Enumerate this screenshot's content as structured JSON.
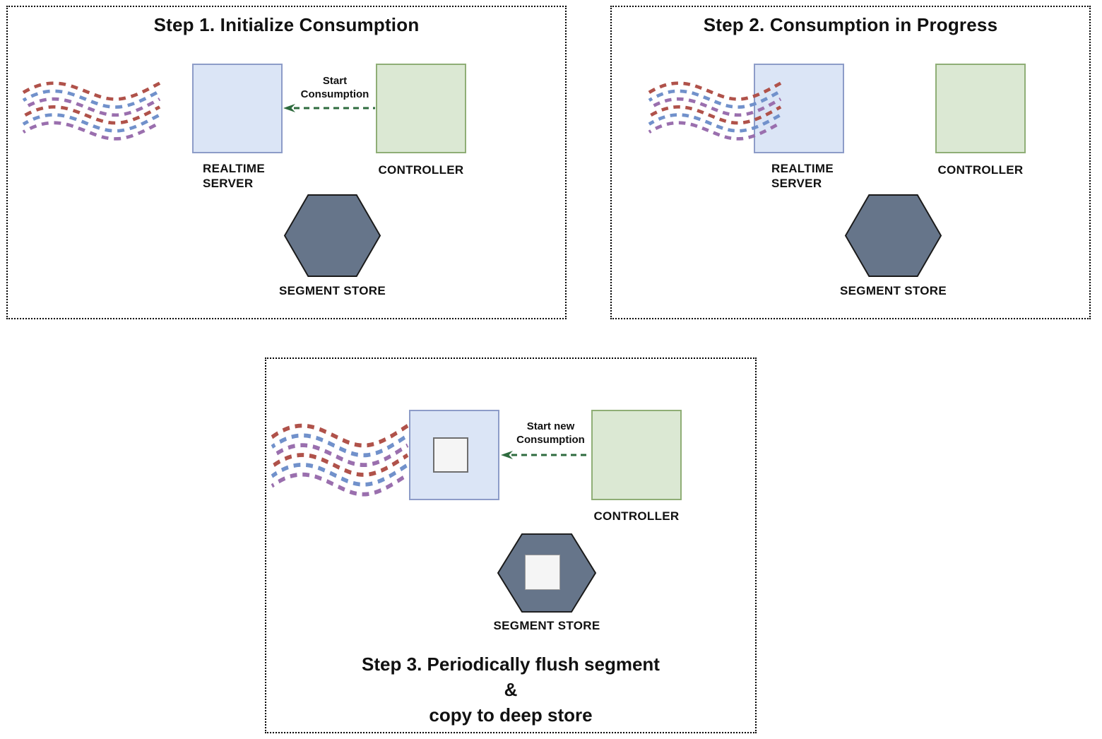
{
  "diagram": {
    "step1": {
      "title": "Step 1. Initialize Consumption",
      "realtime_server_label": "REALTIME SERVER",
      "controller_label": "CONTROLLER",
      "segment_store_label": "SEGMENT STORE",
      "arrow_label": "Start Consumption"
    },
    "step2": {
      "title": "Step 2. Consumption in Progress",
      "realtime_server_label": "REALTIME SERVER",
      "controller_label": "CONTROLLER",
      "segment_store_label": "SEGMENT STORE"
    },
    "step3": {
      "controller_label": "CONTROLLER",
      "segment_store_label": "SEGMENT STORE",
      "arrow_label": "Start new Consumption",
      "caption_lines": [
        "Step 3. Periodically flush segment",
        "&",
        "copy to deep store"
      ]
    },
    "colors": {
      "stream_red": "#b0524a",
      "stream_blue": "#7191cb",
      "stream_purple": "#9a6fae",
      "realtime_server_fill": "#dbe5f6",
      "realtime_server_border": "#8d9cc8",
      "controller_fill": "#dbe8d3",
      "controller_border": "#8fae76",
      "segment_store_fill": "#66758a",
      "segment_store_border": "#1a1a1a",
      "arrow_green": "#2e6b3e",
      "segment_square_fill": "#f5f5f5",
      "segment_square_border": "#6e6e6e",
      "panel_border": "#000000"
    }
  }
}
